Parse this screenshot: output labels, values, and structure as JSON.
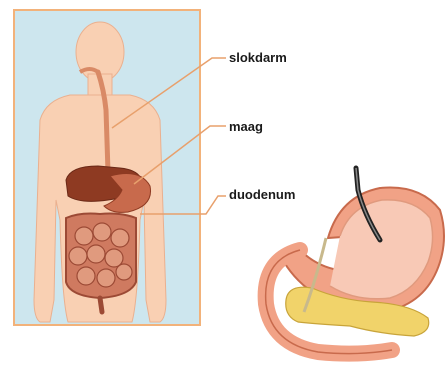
{
  "labels": {
    "slokdarm": "slokdarm",
    "maag": "maag",
    "duodenum": "duodenum"
  },
  "colors": {
    "panel_bg": "#cde6ee",
    "panel_border": "#f2b27a",
    "skin": "#f9d0b3",
    "skin_shade": "#eab08f",
    "esophagus": "#d98a66",
    "liver": "#8e3a22",
    "stomach": "#c86a4c",
    "intestine": "#cf7a60",
    "intestine_dark": "#9c4a35",
    "pancreas": "#f1d36a",
    "leader_line": "#e8a06c"
  }
}
